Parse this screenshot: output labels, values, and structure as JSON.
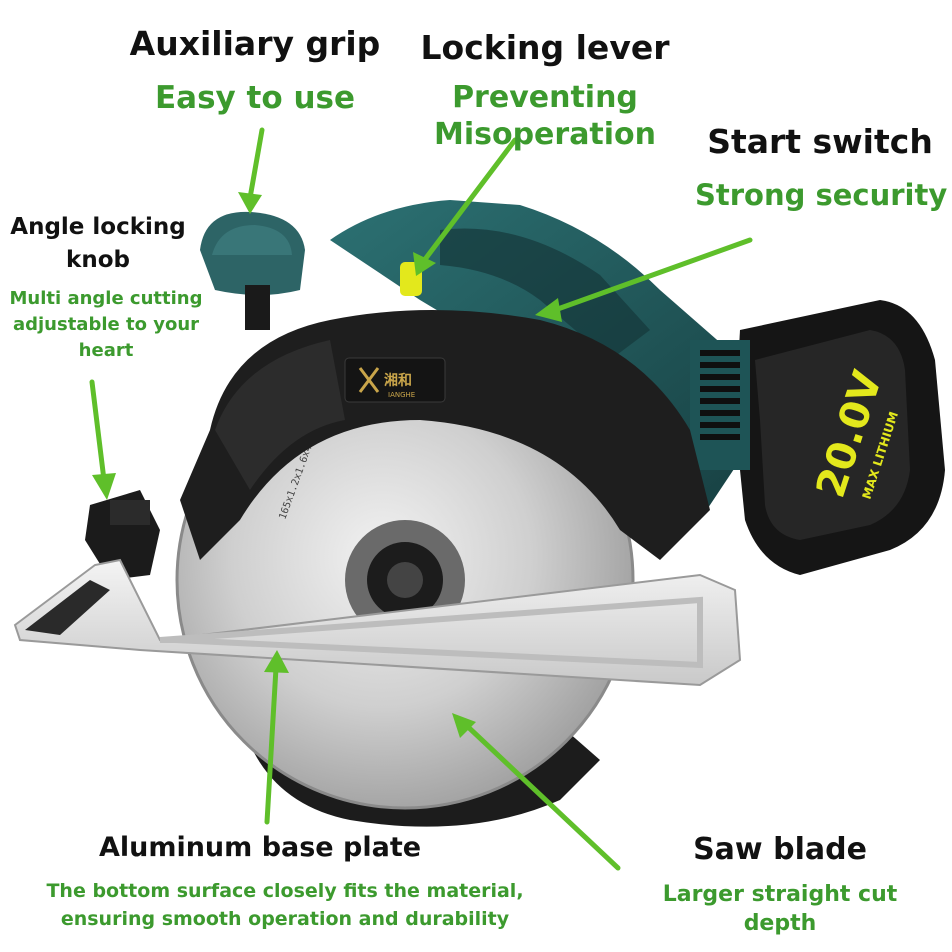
{
  "colors": {
    "heading": "#111111",
    "accent_green": "#3c9a2e",
    "arrow_green": "#5fbf2a",
    "battery_yellow": "#e3e81c",
    "body_teal": "#1f5a5c"
  },
  "product": {
    "brand_logo_text": "湘和",
    "brand_logo_sub": "IANGHE",
    "battery_text": "20.0V",
    "battery_sub": "MAX LITHIUM"
  },
  "callouts": {
    "aux_grip": {
      "title": "Auxiliary grip",
      "desc": "Easy to use"
    },
    "locking_lever": {
      "title": "Locking lever",
      "desc_line1": "Preventing",
      "desc_line2": "Misoperation"
    },
    "start_switch": {
      "title": "Start switch",
      "desc": "Strong security"
    },
    "angle_knob": {
      "title_line1": "Angle locking",
      "title_line2": "knob",
      "desc_line1": "Multi angle cutting",
      "desc_line2": "adjustable to your",
      "desc_line3": "heart"
    },
    "base_plate": {
      "title": "Aluminum base plate",
      "desc_line1": "The bottom surface closely fits the material,",
      "desc_line2": "ensuring smooth operation and durability"
    },
    "saw_blade": {
      "title": "Saw blade",
      "desc_line1": "Larger straight cut",
      "desc_line2": "depth"
    }
  }
}
